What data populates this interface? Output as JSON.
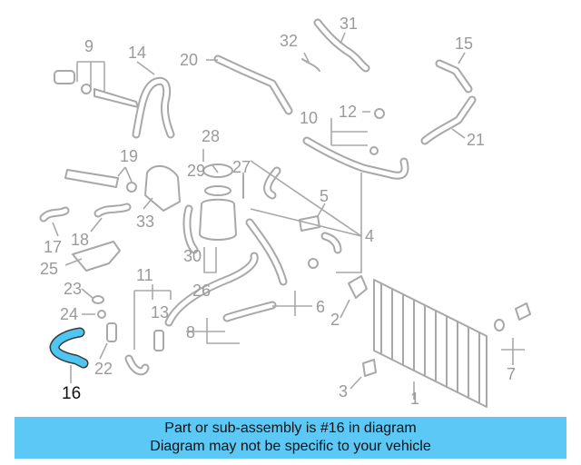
{
  "labels": {
    "l1": "1",
    "l2a": "2",
    "l2b": "2",
    "l3": "3",
    "l4": "4",
    "l5": "5",
    "l6": "6",
    "l7": "7",
    "l8": "8",
    "l9": "9",
    "l10": "10",
    "l11": "11",
    "l12": "12",
    "l13": "13",
    "l14": "14",
    "l15": "15",
    "l16": "16",
    "l17": "17",
    "l18": "18",
    "l19": "19",
    "l20": "20",
    "l21": "21",
    "l22": "22",
    "l23": "23",
    "l24": "24",
    "l25": "25",
    "l26": "26",
    "l27": "27",
    "l28": "28",
    "l29": "29",
    "l30": "30",
    "l31": "31",
    "l32": "32",
    "l33": "33"
  },
  "colors": {
    "highlight_part": "#4fc6f2",
    "caption_bg": "#5bc8f5",
    "line_gray": "#a8a8a8"
  },
  "caption": {
    "line1": "Part or sub-assembly is #16 in diagram",
    "line2": "Diagram may not be specific to your vehicle"
  }
}
